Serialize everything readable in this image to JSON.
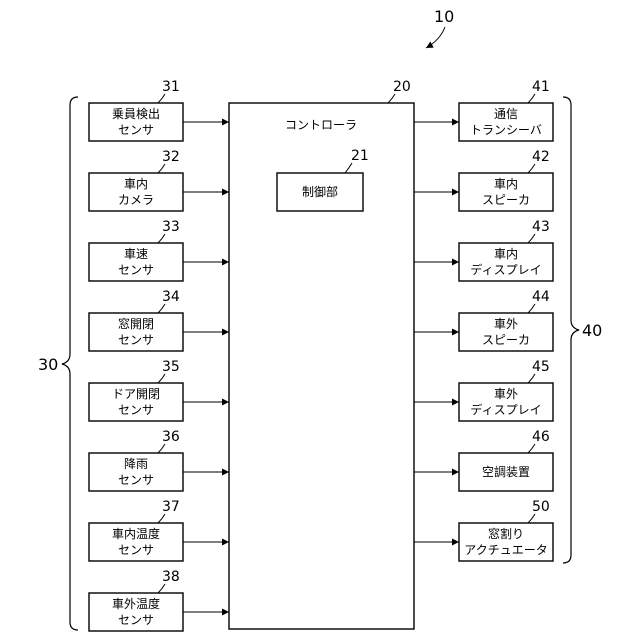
{
  "figure_number": "10",
  "controller": {
    "label": "コントローラ",
    "ref": "20"
  },
  "control_unit": {
    "label": "制御部",
    "ref": "21"
  },
  "input_group_ref": "30",
  "output_group_ref": "40",
  "inputs": [
    {
      "ref": "31",
      "lines": [
        "乗員検出",
        "センサ"
      ]
    },
    {
      "ref": "32",
      "lines": [
        "車内",
        "カメラ"
      ]
    },
    {
      "ref": "33",
      "lines": [
        "車速",
        "センサ"
      ]
    },
    {
      "ref": "34",
      "lines": [
        "窓開閉",
        "センサ"
      ]
    },
    {
      "ref": "35",
      "lines": [
        "ドア開閉",
        "センサ"
      ]
    },
    {
      "ref": "36",
      "lines": [
        "降雨",
        "センサ"
      ]
    },
    {
      "ref": "37",
      "lines": [
        "車内温度",
        "センサ"
      ]
    },
    {
      "ref": "38",
      "lines": [
        "車外温度",
        "センサ"
      ]
    }
  ],
  "outputs": [
    {
      "ref": "41",
      "lines": [
        "通信",
        "トランシーバ"
      ]
    },
    {
      "ref": "42",
      "lines": [
        "車内",
        "スピーカ"
      ]
    },
    {
      "ref": "43",
      "lines": [
        "車内",
        "ディスプレイ"
      ]
    },
    {
      "ref": "44",
      "lines": [
        "車外",
        "スピーカ"
      ]
    },
    {
      "ref": "45",
      "lines": [
        "車外",
        "ディスプレイ"
      ]
    },
    {
      "ref": "46",
      "lines": [
        "空調装置"
      ]
    },
    {
      "ref": "50",
      "lines": [
        "窓割り",
        "アクチュエータ"
      ]
    }
  ]
}
